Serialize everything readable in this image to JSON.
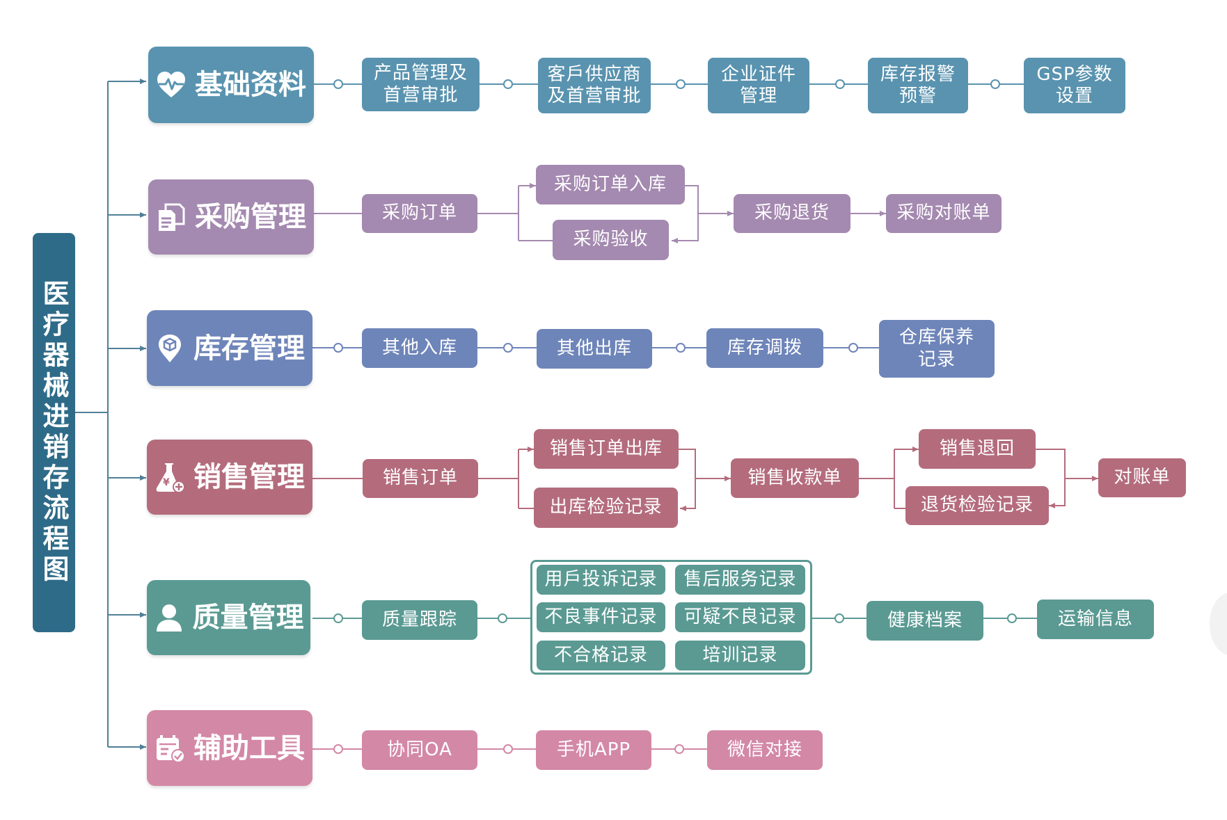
{
  "title": "医疗器械进销存流程图",
  "colors": {
    "title_bg": "#2e6b88",
    "basic": "#5993af",
    "purchase": "#a489b0",
    "inventory": "#6e85b9",
    "sales": "#b46c7d",
    "quality": "#5a9a93",
    "tools": "#d388a6"
  },
  "modules": {
    "basic": {
      "label": "基础资料",
      "icon": "heartbeat-icon",
      "steps": [
        "产品管理及\n首营审批",
        "客戶供应商\n及首营审批",
        "企业证件\n管理",
        "库存报警\n预警",
        "GSP参数\n设置"
      ]
    },
    "purchase": {
      "label": "采购管理",
      "icon": "document-icon",
      "steps": [
        "采购订单",
        "采购订单入库",
        "采购验收",
        "采购退货",
        "采购对账单"
      ]
    },
    "inventory": {
      "label": "库存管理",
      "icon": "location-box-icon",
      "steps": [
        "其他入库",
        "其他出库",
        "库存调拨",
        "仓库保养\n记录"
      ]
    },
    "sales": {
      "label": "销售管理",
      "icon": "flask-yen-icon",
      "steps": [
        "销售订单",
        "销售订单出库",
        "出库检验记录",
        "销售收款单",
        "销售退回",
        "退货检验记录",
        "对账单"
      ]
    },
    "quality": {
      "label": "质量管理",
      "icon": "user-icon",
      "steps": [
        "质量跟踪",
        "用戶投诉记录",
        "售后服务记录",
        "不良事件记录",
        "可疑不良记录",
        "不合格记录",
        "培训记录",
        "健康档案",
        "运输信息"
      ]
    },
    "tools": {
      "label": "辅助工具",
      "icon": "calendar-check-icon",
      "steps": [
        "协同OA",
        "手机APP",
        "微信对接"
      ]
    }
  }
}
